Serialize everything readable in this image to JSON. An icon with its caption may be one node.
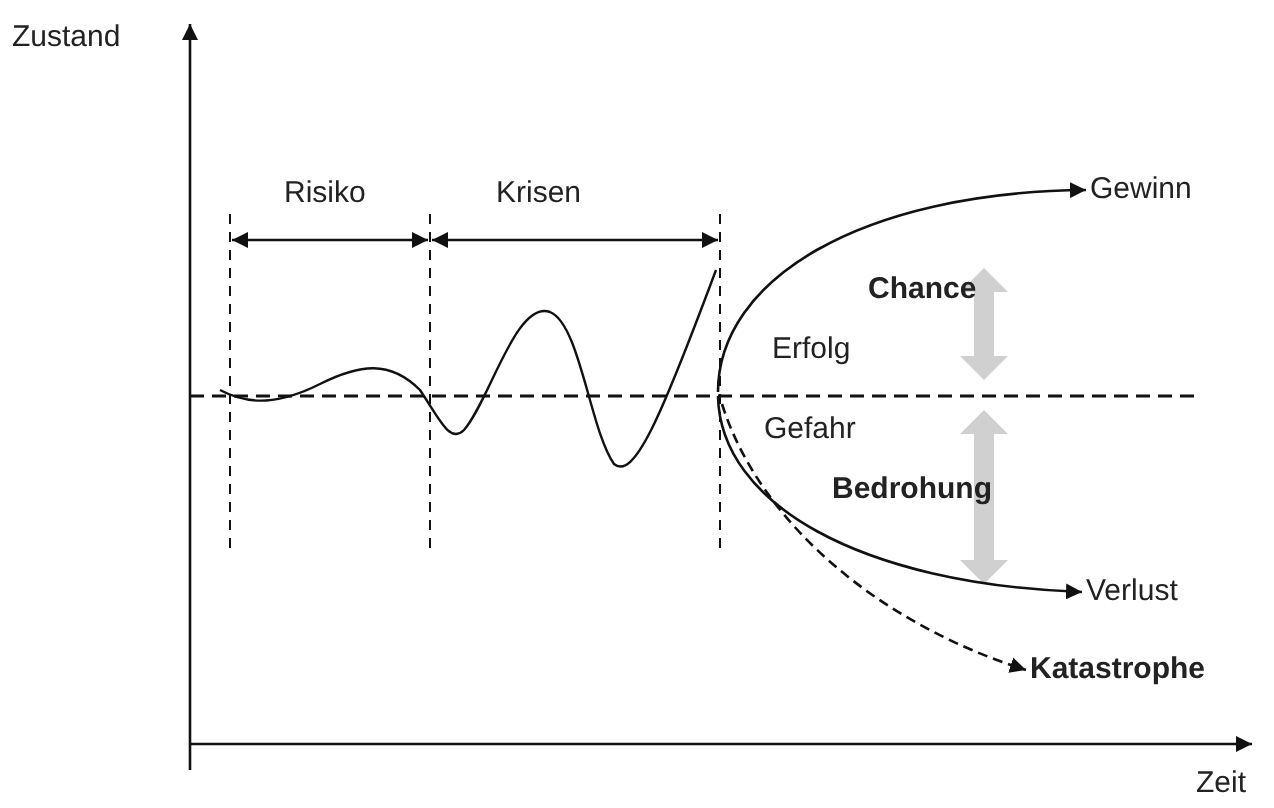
{
  "diagram": {
    "nodes": [
      {
        "text": [],
        "shape": "curve"
      },
      {
        "text": [
          "Gewinn"
        ]
      },
      {
        "text": [
          "Verlust"
        ]
      },
      {
        "text": [
          "Katastrophe"
        ]
      }
    ],
    "edges": [
      {
        "from": 0,
        "to": 1,
        "arrow": "to"
      },
      {
        "from": 0,
        "to": 2,
        "arrow": "to"
      },
      {
        "from": 0,
        "to": 3,
        "arrow": "to",
        "style": "dashed"
      }
    ],
    "labels": [
      "Zustand",
      "Risiko",
      "Krisen",
      "Chance",
      "Erfolg",
      "Gefahr",
      "Bedrohung",
      "Zeit"
    ]
  }
}
